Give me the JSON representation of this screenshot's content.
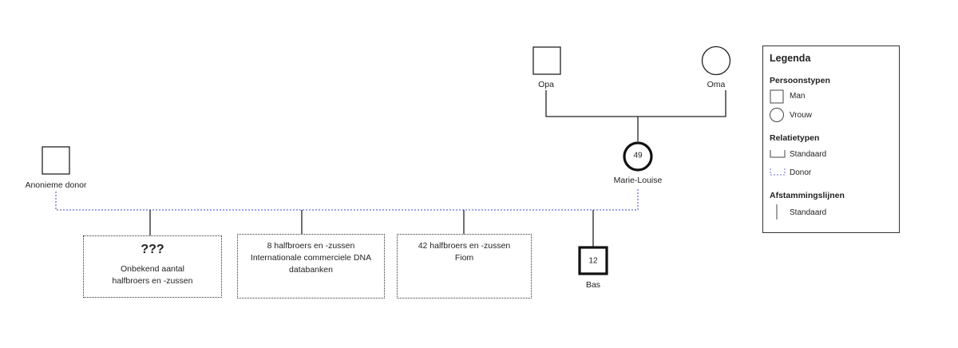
{
  "people": {
    "opa": {
      "name": "Opa"
    },
    "oma": {
      "name": "Oma"
    },
    "marie_louise": {
      "name": "Marie-Louise",
      "number": "49"
    },
    "donor": {
      "name": "Anonieme donor"
    },
    "bas": {
      "name": "Bas",
      "number": "12"
    }
  },
  "groups": [
    {
      "heading": "???",
      "lines": [
        "Onbekend aantal",
        "halfbroers en -zussen"
      ]
    },
    {
      "heading": "",
      "lines": [
        "8 halfbroers en -zussen",
        "Internationale commerciele DNA",
        "databanken"
      ]
    },
    {
      "heading": "",
      "lines": [
        "42 halfbroers en -zussen",
        "Fiom"
      ]
    }
  ],
  "legend": {
    "title": "Legenda",
    "person_types_title": "Persoonstypen",
    "man": "Man",
    "woman": "Vrouw",
    "relation_types_title": "Relatietypen",
    "standard_relation": "Standaard",
    "donor_relation": "Donor",
    "lineage_title": "Afstammingslijnen",
    "standard_lineage": "Standaard"
  },
  "colors": {
    "line": "#222222",
    "donor_line": "#6b6bd6"
  }
}
